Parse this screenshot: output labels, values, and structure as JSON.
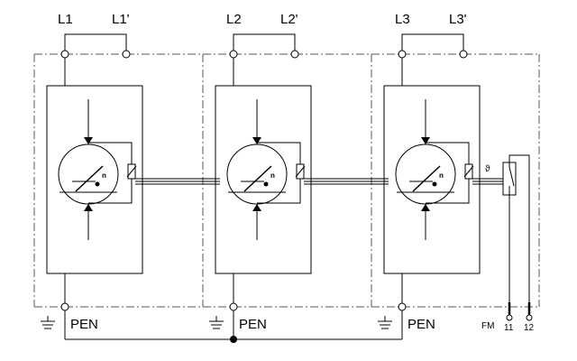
{
  "modules": [
    {
      "in_label": "L1",
      "out_label": "L1'",
      "pen_label": "PEN",
      "has_thermal": false
    },
    {
      "in_label": "L2",
      "out_label": "L2'",
      "pen_label": "PEN",
      "has_thermal": false
    },
    {
      "in_label": "L3",
      "out_label": "L3'",
      "pen_label": "PEN",
      "has_thermal": true
    }
  ],
  "element_marker": "n",
  "thermal_symbol": "ϑ",
  "remote_contact": {
    "prefix": "FM",
    "terminals": [
      "11",
      "12"
    ]
  },
  "icons": {
    "ground": "ground-icon",
    "varistor": "varistor-icon",
    "gas_discharge": "spark-gap-icon",
    "disconnector": "thermal-disconnector-icon",
    "switch": "remote-signal-switch-icon"
  }
}
